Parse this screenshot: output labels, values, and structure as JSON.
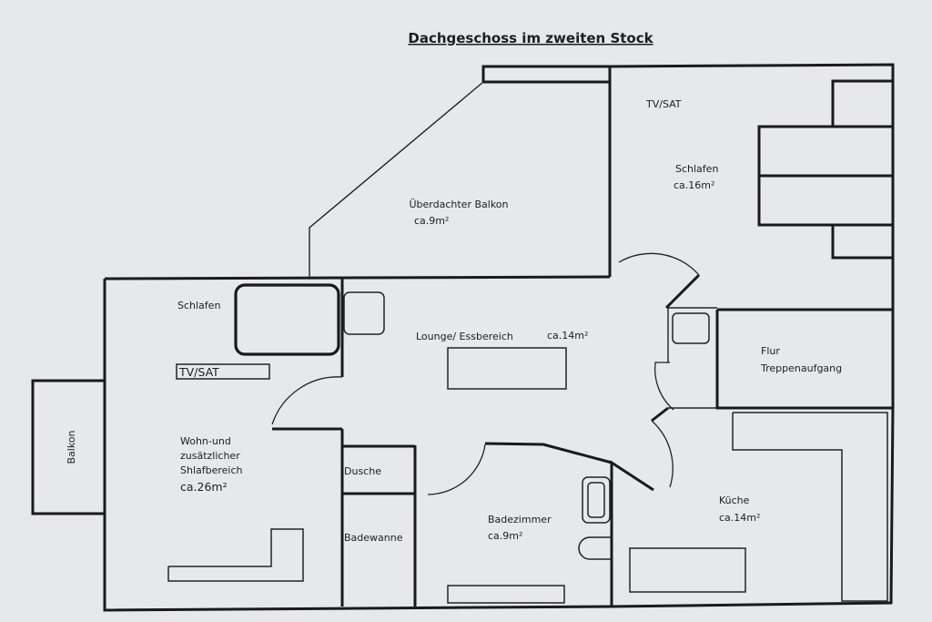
{
  "title": "Dachgeschoss im zweiten Stock",
  "rooms": {
    "balkon_covered": {
      "name": "Überdachter Balkon",
      "area": "ca.9m²"
    },
    "schlafen_right": {
      "tv": "TV/SAT",
      "name": "Schlafen",
      "area": "ca.16m²"
    },
    "schlafen_left": {
      "name": "Schlafen",
      "tv": "TV/SAT"
    },
    "lounge": {
      "name": "Lounge/ Essbereich",
      "area": "ca.14m²"
    },
    "flur": {
      "line1": "Flur",
      "line2": "Treppenaufgang"
    },
    "wohn": {
      "line1": "Wohn-und",
      "line2": "zusätzlicher",
      "line3": "Shlafbereich",
      "area": "ca.26m²"
    },
    "balkon": {
      "name": "Balkon"
    },
    "dusche": {
      "name": "Dusche"
    },
    "badewanne": {
      "name": "Badewanne"
    },
    "bad": {
      "name": "Badezimmer",
      "area": "ca.9m²"
    },
    "kueche": {
      "name": "Küche",
      "area": "ca.14m²"
    }
  }
}
